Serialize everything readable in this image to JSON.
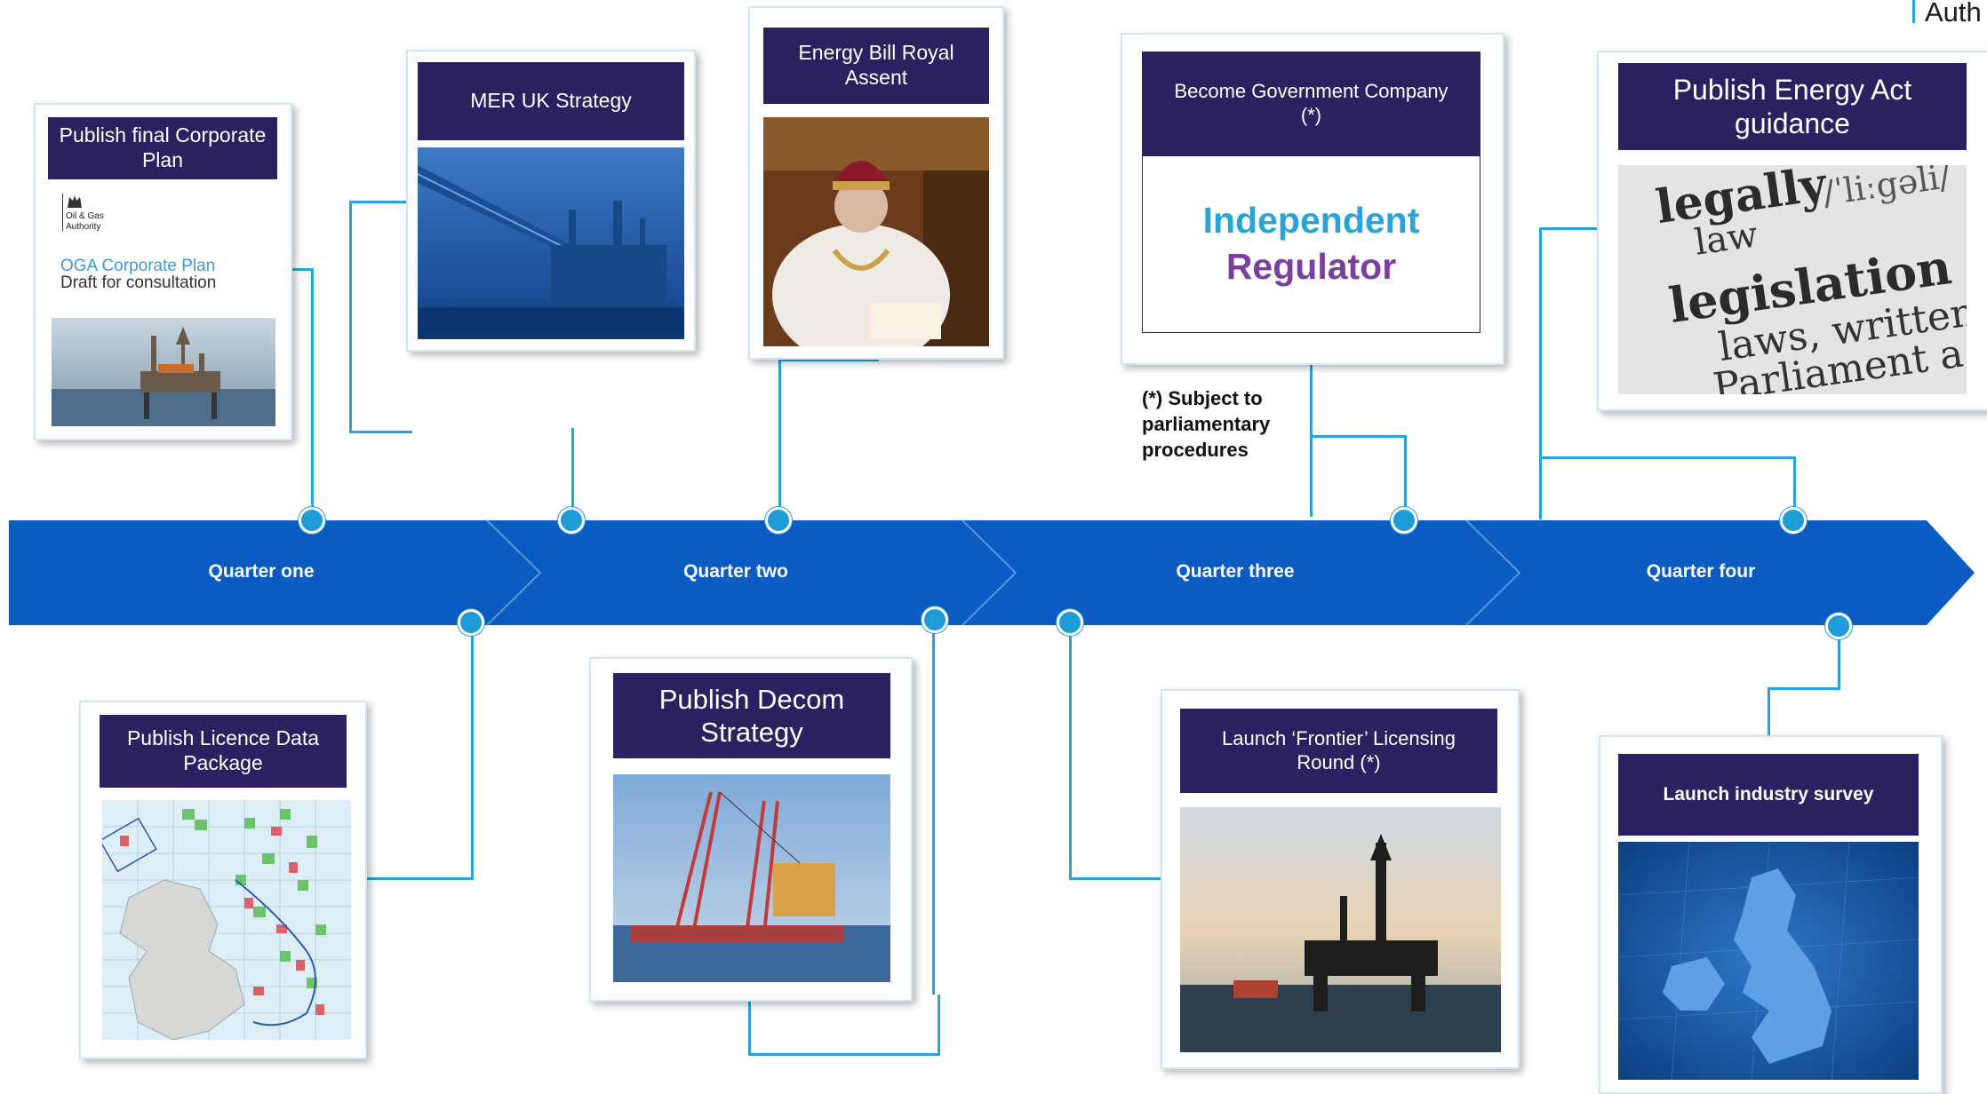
{
  "corner_text": "Auth",
  "timeline": {
    "quarters": [
      "Quarter one",
      "Quarter two",
      "Quarter three",
      "Quarter four"
    ]
  },
  "cards": {
    "corporate_plan": {
      "title": "Publish final Corporate Plan",
      "logo_text_1": "Oil & Gas",
      "logo_text_2": "Authority",
      "doc_title": "OGA Corporate Plan",
      "doc_subtitle": "Draft for consultation"
    },
    "mer_uk": {
      "title": "MER UK Strategy"
    },
    "energy_bill": {
      "title": "Energy Bill Royal Assent"
    },
    "gov_company": {
      "title": "Become Government Company (*)",
      "word1": "Independent",
      "word2": "Regulator",
      "footnote": "(*) Subject to parliamentary procedures"
    },
    "energy_act": {
      "title": "Publish Energy Act guidance",
      "words": [
        "legally",
        "/ˈliːgəli/",
        "law",
        "legislation",
        "laws, written",
        "Parliament a"
      ]
    },
    "licence_data": {
      "title": "Publish Licence Data Package"
    },
    "decom": {
      "title": "Publish  Decom Strategy"
    },
    "frontier": {
      "title": "Launch ‘Frontier’ Licensing Round (*)"
    },
    "survey": {
      "title": "Launch industry survey"
    }
  },
  "colors": {
    "arrow_blue": "#0a5cc2",
    "header_navy": "#2a2161",
    "connector": "#29a3dc",
    "independent_blue": "#29a3dc",
    "regulator_purple": "#7b3f9e"
  }
}
